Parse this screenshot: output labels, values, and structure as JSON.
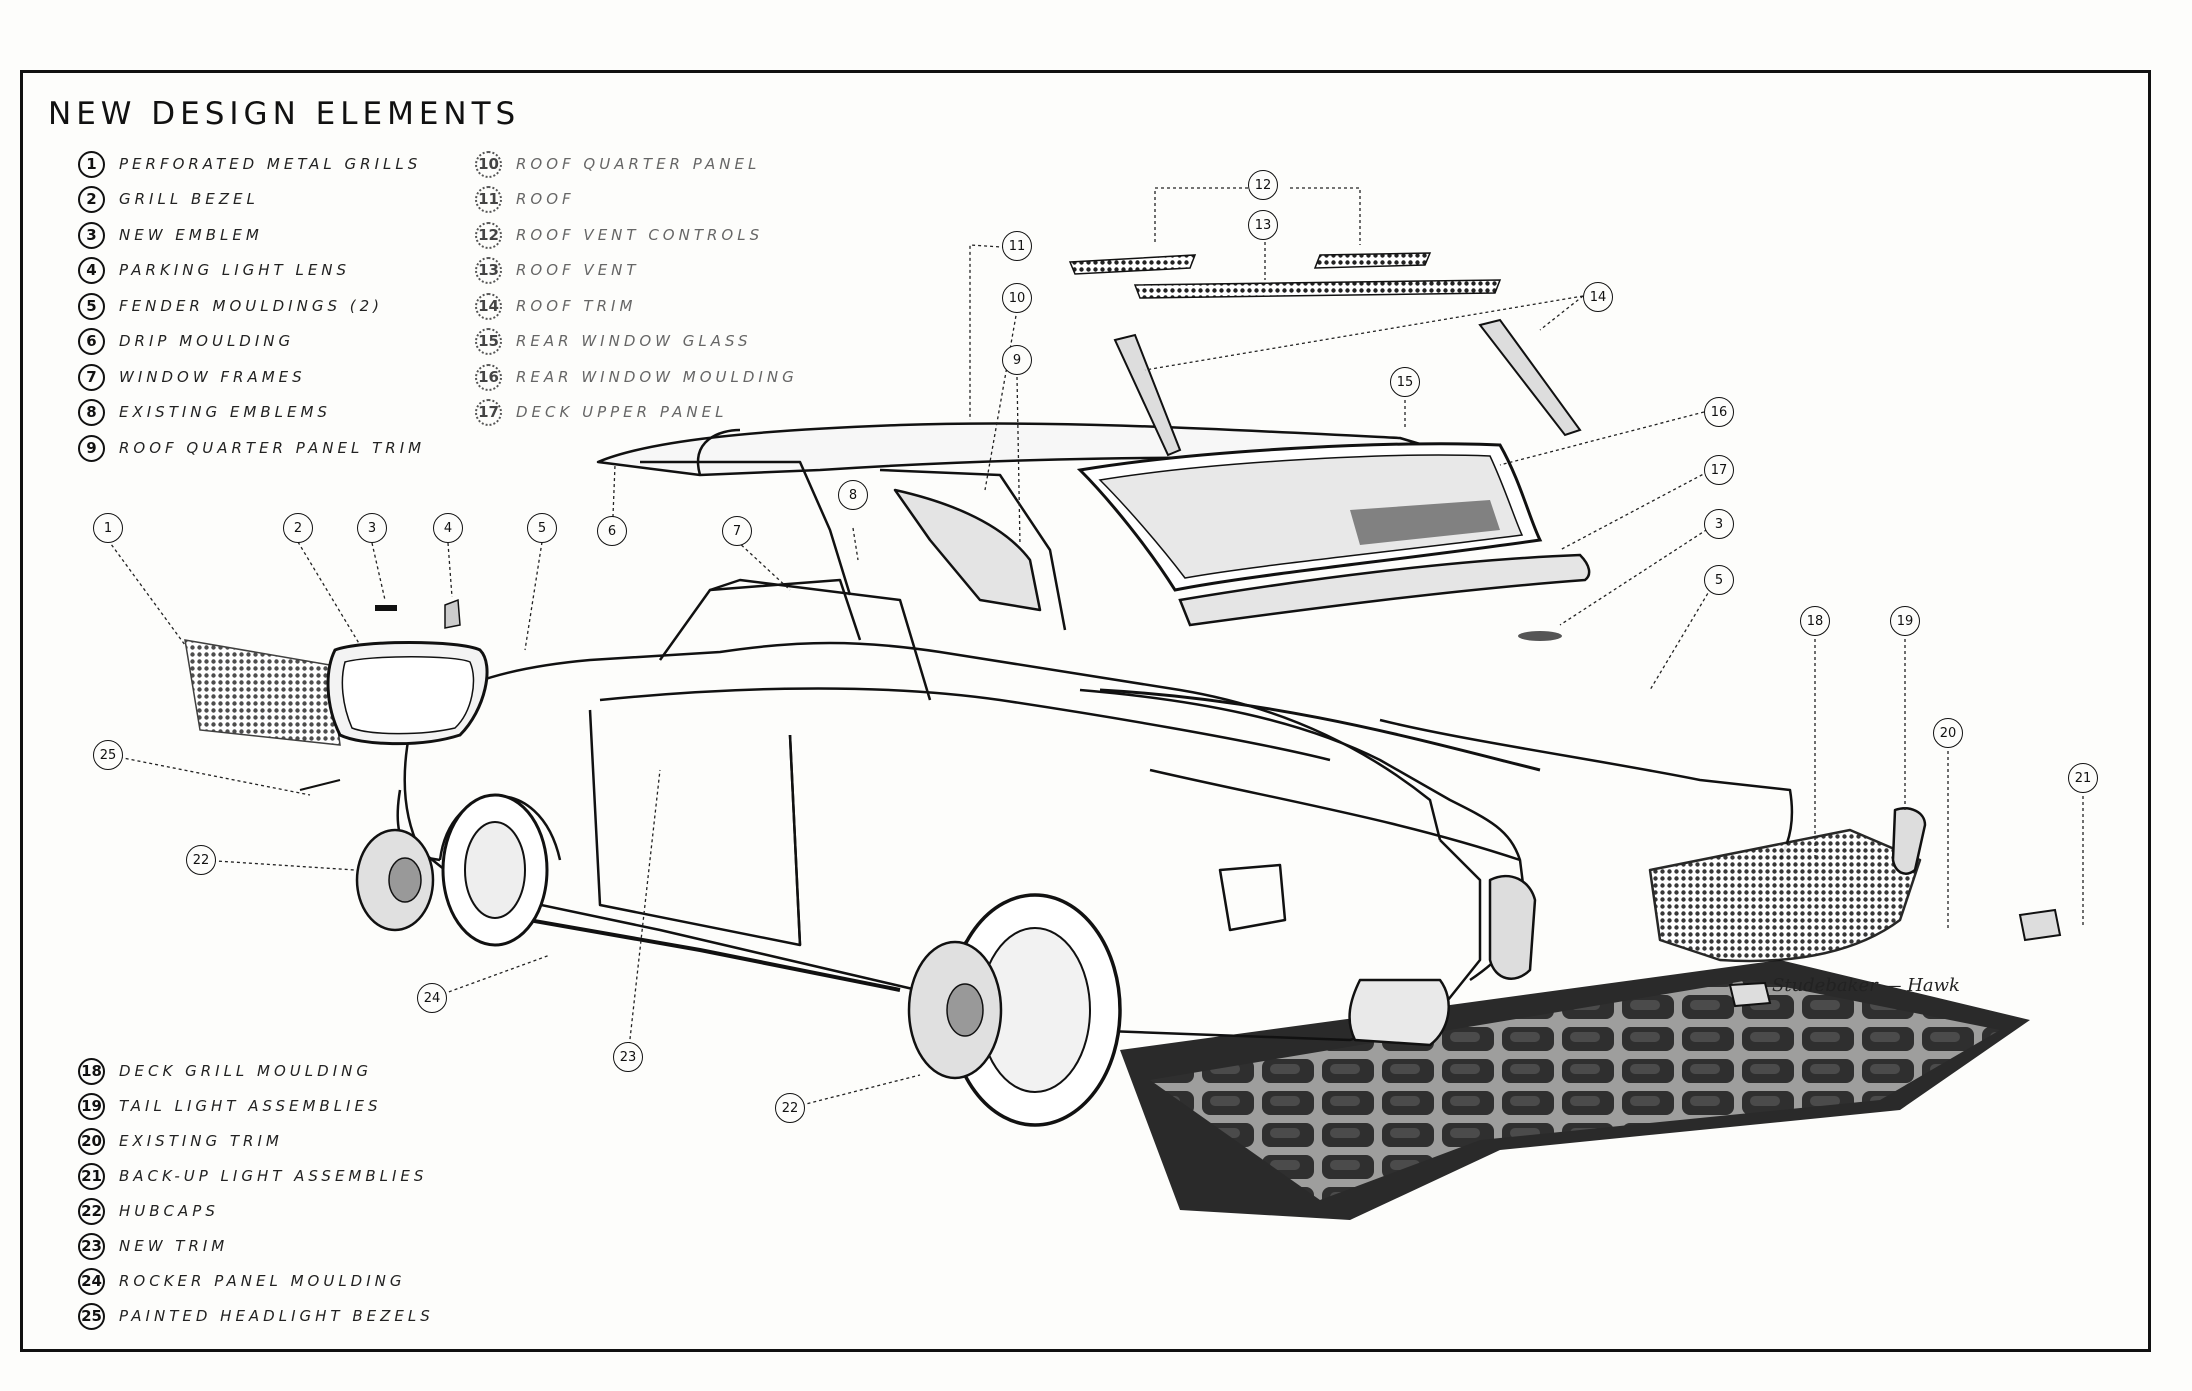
{
  "title": "NEW DESIGN ELEMENTS",
  "legend_col1": [
    {
      "num": "1",
      "label": "PERFORATED METAL GRILLS"
    },
    {
      "num": "2",
      "label": "GRILL BEZEL"
    },
    {
      "num": "3",
      "label": "NEW EMBLEM"
    },
    {
      "num": "4",
      "label": "PARKING LIGHT LENS"
    },
    {
      "num": "5",
      "label": "FENDER MOULDINGS (2)"
    },
    {
      "num": "6",
      "label": "DRIP MOULDING"
    },
    {
      "num": "7",
      "label": "WINDOW FRAMES"
    },
    {
      "num": "8",
      "label": "EXISTING EMBLEMS"
    },
    {
      "num": "9",
      "label": "ROOF QUARTER PANEL TRIM"
    }
  ],
  "legend_col2": [
    {
      "num": "10",
      "label": "ROOF QUARTER PANEL"
    },
    {
      "num": "11",
      "label": "ROOF"
    },
    {
      "num": "12",
      "label": "ROOF VENT CONTROLS"
    },
    {
      "num": "13",
      "label": "ROOF VENT"
    },
    {
      "num": "14",
      "label": "ROOF TRIM"
    },
    {
      "num": "15",
      "label": "REAR WINDOW GLASS"
    },
    {
      "num": "16",
      "label": "REAR WINDOW MOULDING"
    },
    {
      "num": "17",
      "label": "DECK UPPER PANEL"
    }
  ],
  "legend_col3": [
    {
      "num": "18",
      "label": "DECK GRILL MOULDING"
    },
    {
      "num": "19",
      "label": "TAIL LIGHT ASSEMBLIES"
    },
    {
      "num": "20",
      "label": "EXISTING TRIM"
    },
    {
      "num": "21",
      "label": "BACK-UP LIGHT ASSEMBLIES"
    },
    {
      "num": "22",
      "label": "HUBCAPS"
    },
    {
      "num": "23",
      "label": "NEW TRIM"
    },
    {
      "num": "24",
      "label": "ROCKER PANEL MOULDING"
    },
    {
      "num": "25",
      "label": "PAINTED HEADLIGHT BEZELS"
    }
  ],
  "callouts": [
    "1",
    "2",
    "3",
    "4",
    "5",
    "6",
    "7",
    "8",
    "9",
    "10",
    "11",
    "12",
    "13",
    "14",
    "15",
    "16",
    "17",
    "3",
    "5",
    "18",
    "19",
    "20",
    "21",
    "22",
    "22",
    "23",
    "24",
    "25"
  ],
  "signature": "Studebaker — Hawk"
}
